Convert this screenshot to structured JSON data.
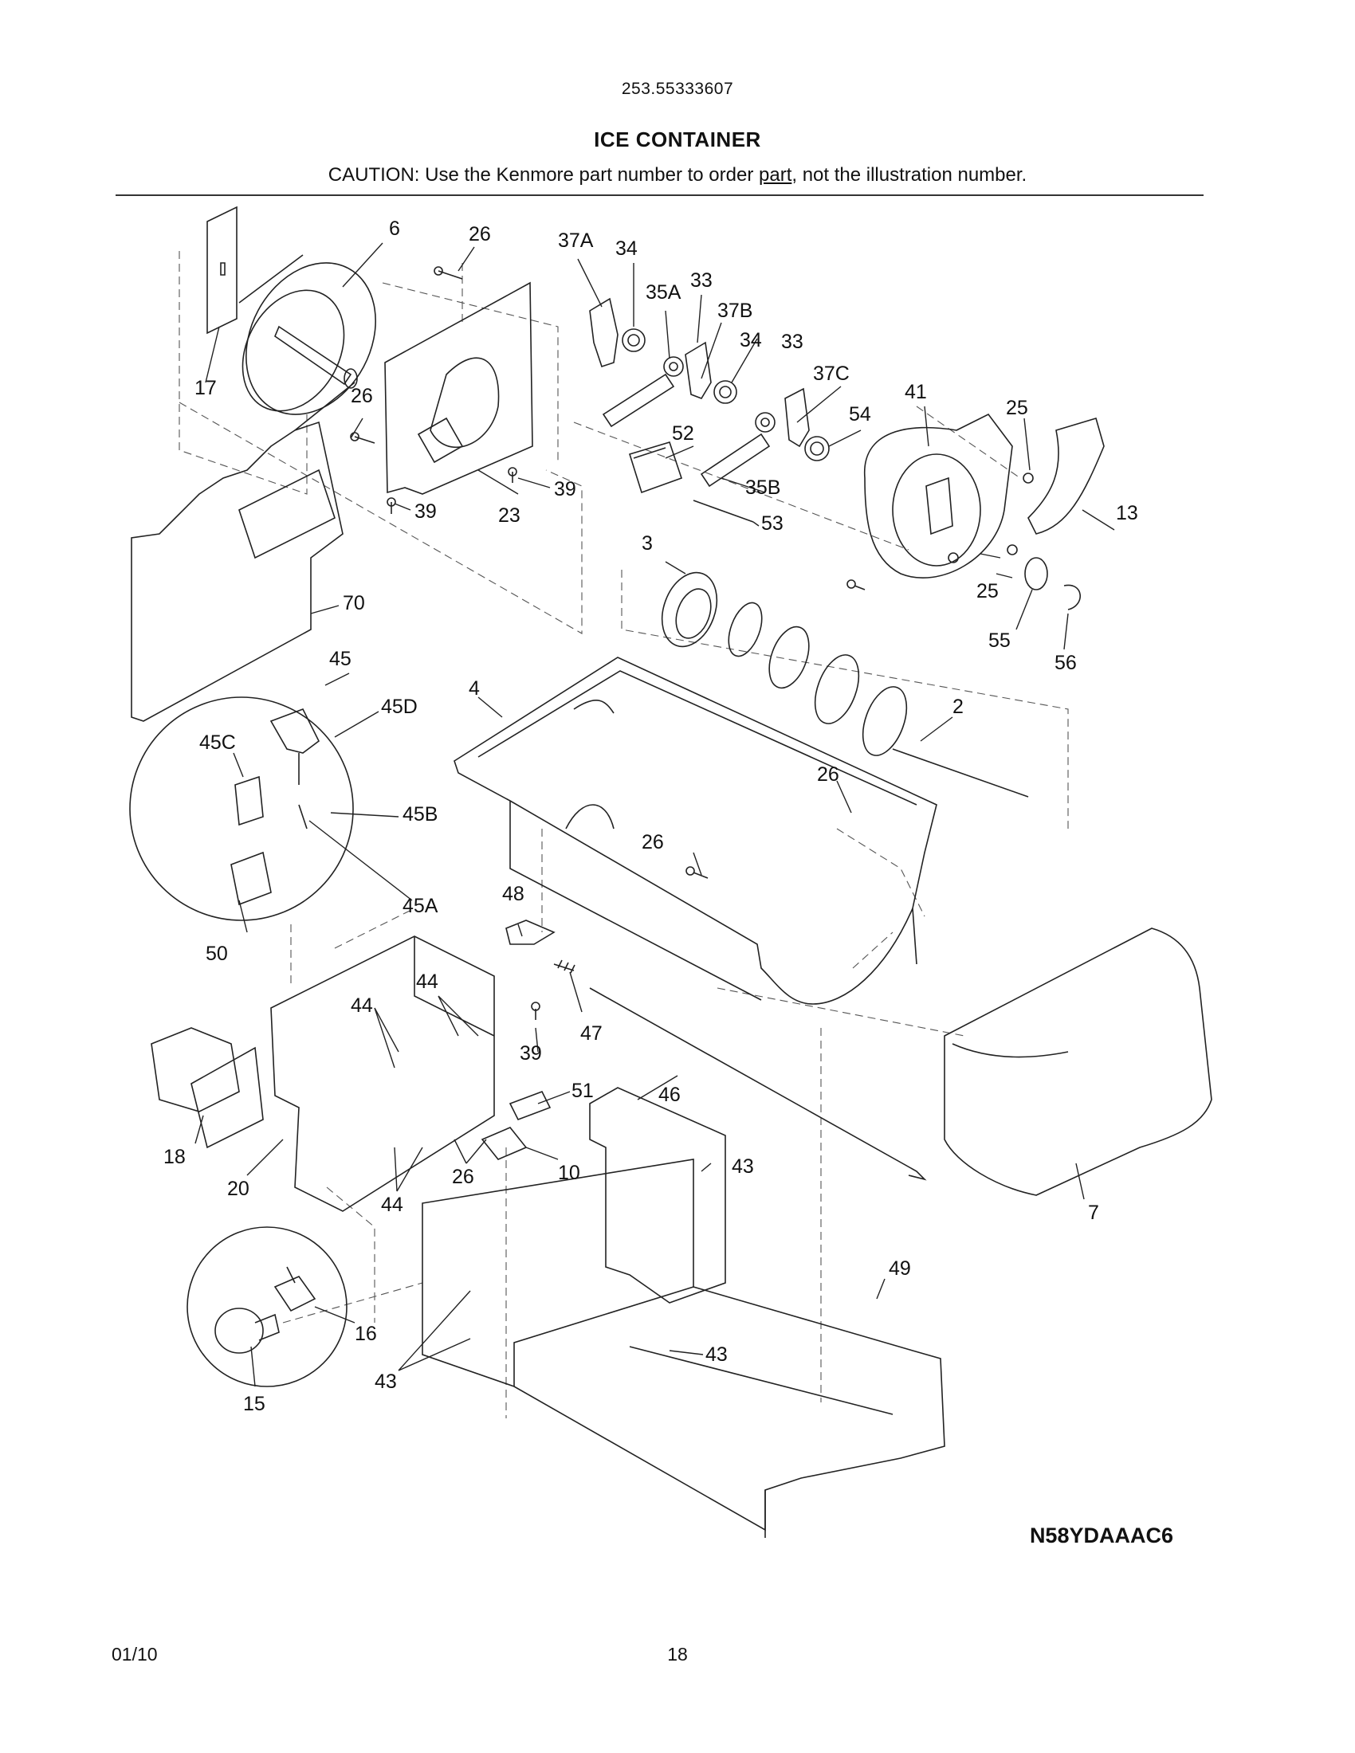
{
  "header": {
    "model_number": "253.55333607",
    "title": "ICE CONTAINER",
    "caution_before": "CAUTION: Use the Kenmore part number to order ",
    "caution_underlined": "part",
    "caution_after": ", not the illustration number."
  },
  "diagram": {
    "callouts": [
      "6",
      "26",
      "37A",
      "34",
      "35A",
      "33",
      "37B",
      "34",
      "33",
      "37C",
      "41",
      "25",
      "17",
      "26",
      "54",
      "52",
      "39",
      "39",
      "23",
      "35B",
      "53",
      "13",
      "3",
      "25",
      "55",
      "56",
      "70",
      "45",
      "45D",
      "4",
      "2",
      "45C",
      "26",
      "45B",
      "26",
      "45A",
      "48",
      "50",
      "44",
      "44",
      "47",
      "39",
      "51",
      "46",
      "43",
      "10",
      "18",
      "20",
      "44",
      "26",
      "7",
      "49",
      "16",
      "43",
      "43",
      "15"
    ],
    "code": "N58YDAAAC6"
  },
  "footer": {
    "date": "01/10",
    "page_number": "18"
  }
}
